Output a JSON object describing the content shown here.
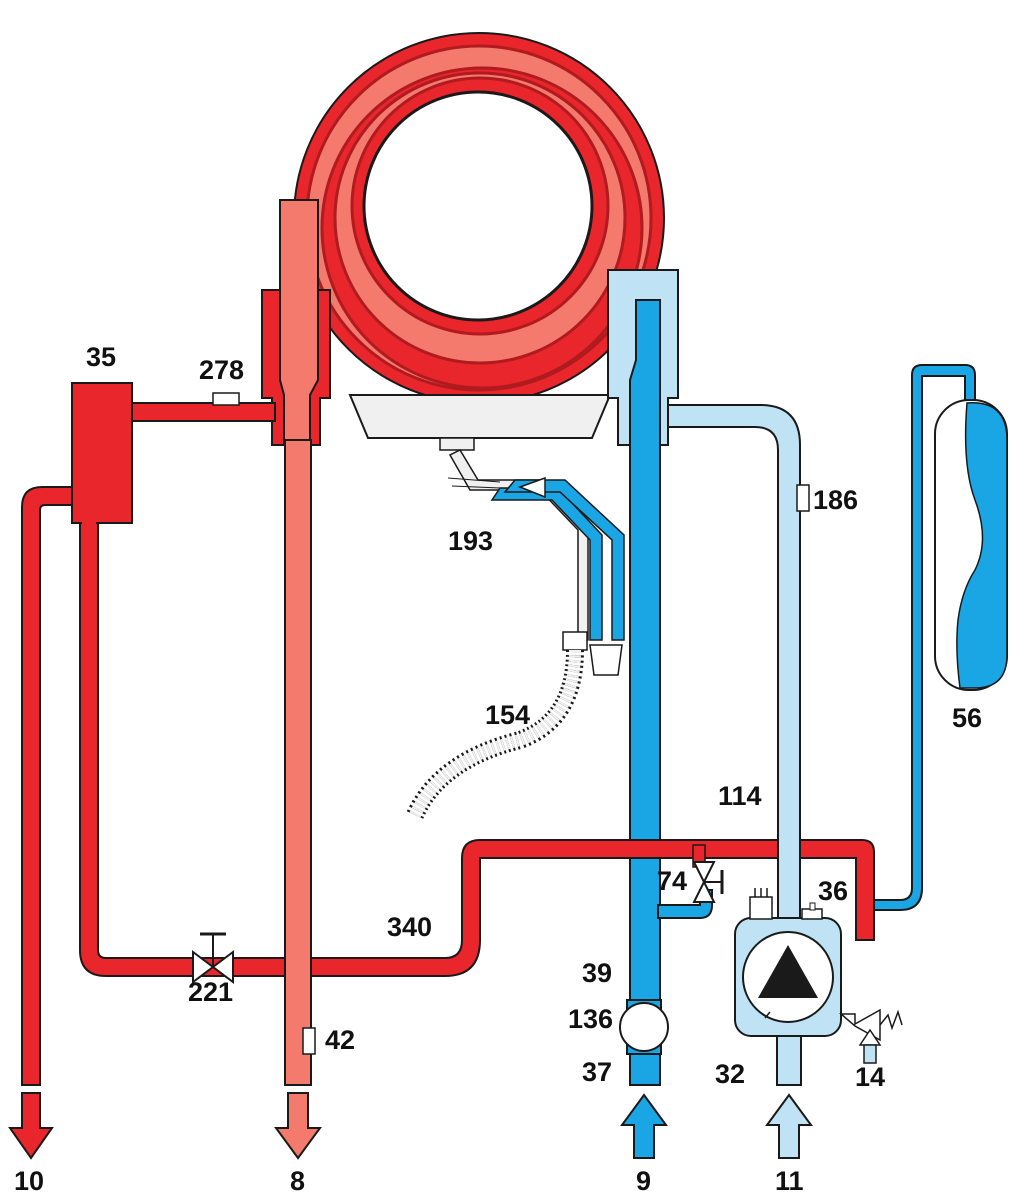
{
  "colors": {
    "hot": "#e8262b",
    "hot_dark": "#b01b1f",
    "hot_light": "#f47a6e",
    "cold": "#1aa6e4",
    "cold_light": "#bfe3f5",
    "outline": "#1a1a1a",
    "gray": "#f0f0f0",
    "white": "#ffffff"
  },
  "labels": {
    "l35": "35",
    "l278": "278",
    "l193": "193",
    "l186": "186",
    "l154": "154",
    "l56": "56",
    "l114": "114",
    "l74": "74",
    "l36": "36",
    "l340": "340",
    "l221": "221",
    "l39": "39",
    "l136": "136",
    "l37": "37",
    "l42": "42",
    "l32": "32",
    "l14": "14",
    "l10": "10",
    "l8": "8",
    "l9": "9",
    "l11": "11"
  }
}
